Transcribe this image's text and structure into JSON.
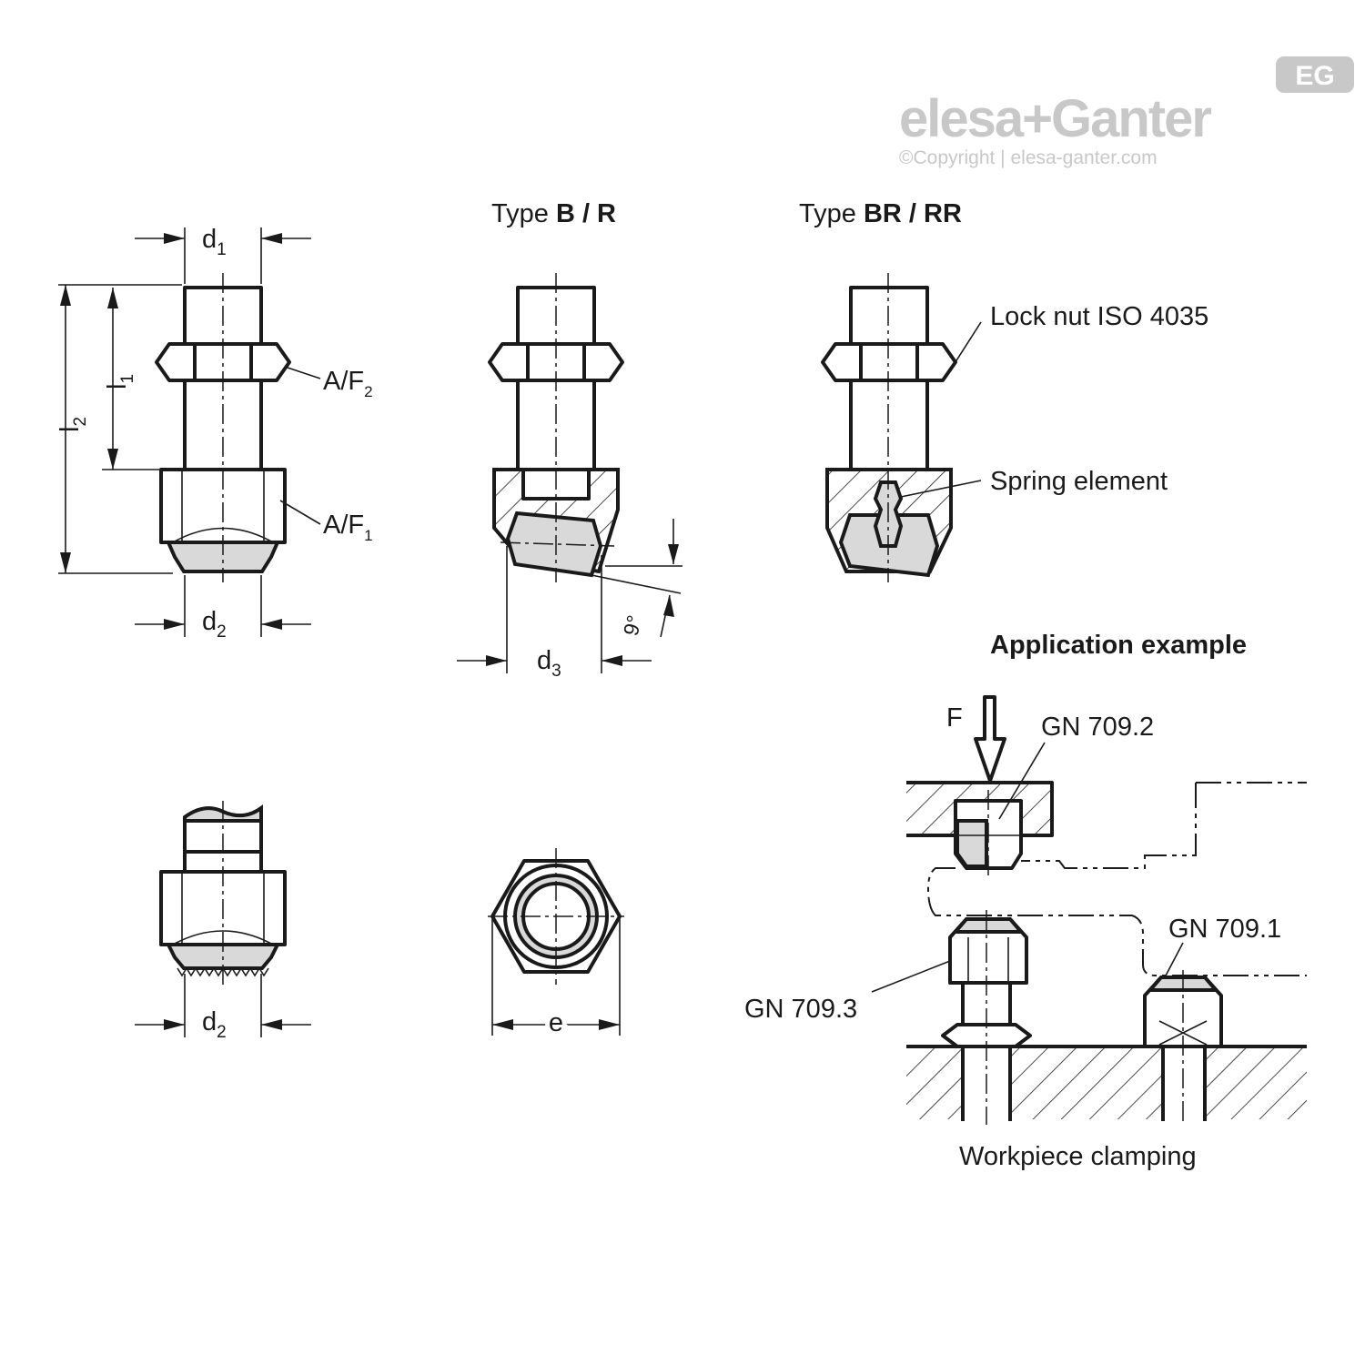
{
  "brand": {
    "logo_text": "elesa+Ganter",
    "badge_text": "EG",
    "copyright": "©Copyright | elesa-ganter.com"
  },
  "titles": {
    "type_b_r_prefix": "Type ",
    "type_b_r_bold": "B / R",
    "type_br_rr_prefix": "Type ",
    "type_br_rr_bold": "BR / RR",
    "application_example": "Application example",
    "workpiece_clamping": "Workpiece clamping"
  },
  "dimensions": {
    "d1": {
      "base": "d",
      "sub": "1"
    },
    "d2_top": {
      "base": "d",
      "sub": "2"
    },
    "d2_bottom": {
      "base": "d",
      "sub": "2"
    },
    "d3": {
      "base": "d",
      "sub": "3"
    },
    "l1": {
      "base": "l",
      "sub": "1"
    },
    "l2": {
      "base": "l",
      "sub": "2"
    },
    "af2": {
      "base": "A/F",
      "sub": "2"
    },
    "af1": {
      "base": "A/F",
      "sub": "1"
    },
    "e": "e",
    "angle": "9°"
  },
  "callouts": {
    "lock_nut": "Lock nut ISO 4035",
    "spring_element": "Spring element",
    "force": "F",
    "gn_709_2": "GN 709.2",
    "gn_709_1": "GN 709.1",
    "gn_709_3": "GN 709.3"
  }
}
